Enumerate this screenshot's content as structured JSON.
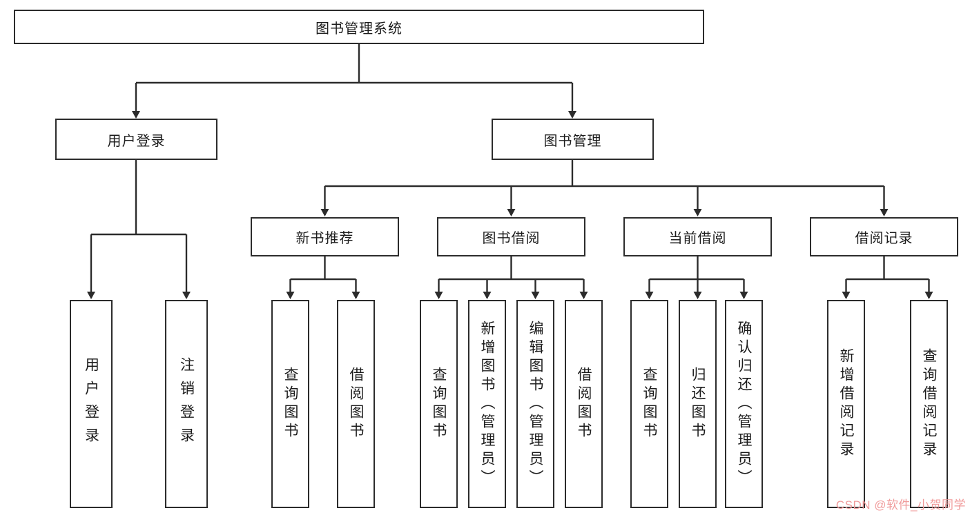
{
  "root": {
    "label": "图书管理系统"
  },
  "nodes": {
    "user_login": {
      "label": "用户登录"
    },
    "book_mgmt": {
      "label": "图书管理"
    },
    "new_book": {
      "label": "新书推荐"
    },
    "book_borrow": {
      "label": "图书借阅"
    },
    "current_borrow": {
      "label": "当前借阅"
    },
    "borrow_record": {
      "label": "借阅记录"
    }
  },
  "leaves": {
    "user_login": [
      "用户登录",
      "注销登录"
    ],
    "new_book": [
      "查询图书",
      "借阅图书"
    ],
    "book_borrow": [
      "查询图书",
      "新增图书（管理员）",
      "编辑图书（管理员）",
      "借阅图书"
    ],
    "current_borrow": [
      "查询图书",
      "归还图书",
      "确认归还（管理员）"
    ],
    "borrow_record": [
      "新增借阅记录",
      "查询借阅记录"
    ]
  },
  "watermark": "CSDN @软件_小贺同学",
  "colors": {
    "line": "#2b2b2b",
    "border": "#2b2b2b",
    "background": "#ffffff",
    "watermark": "#f09b9b"
  }
}
